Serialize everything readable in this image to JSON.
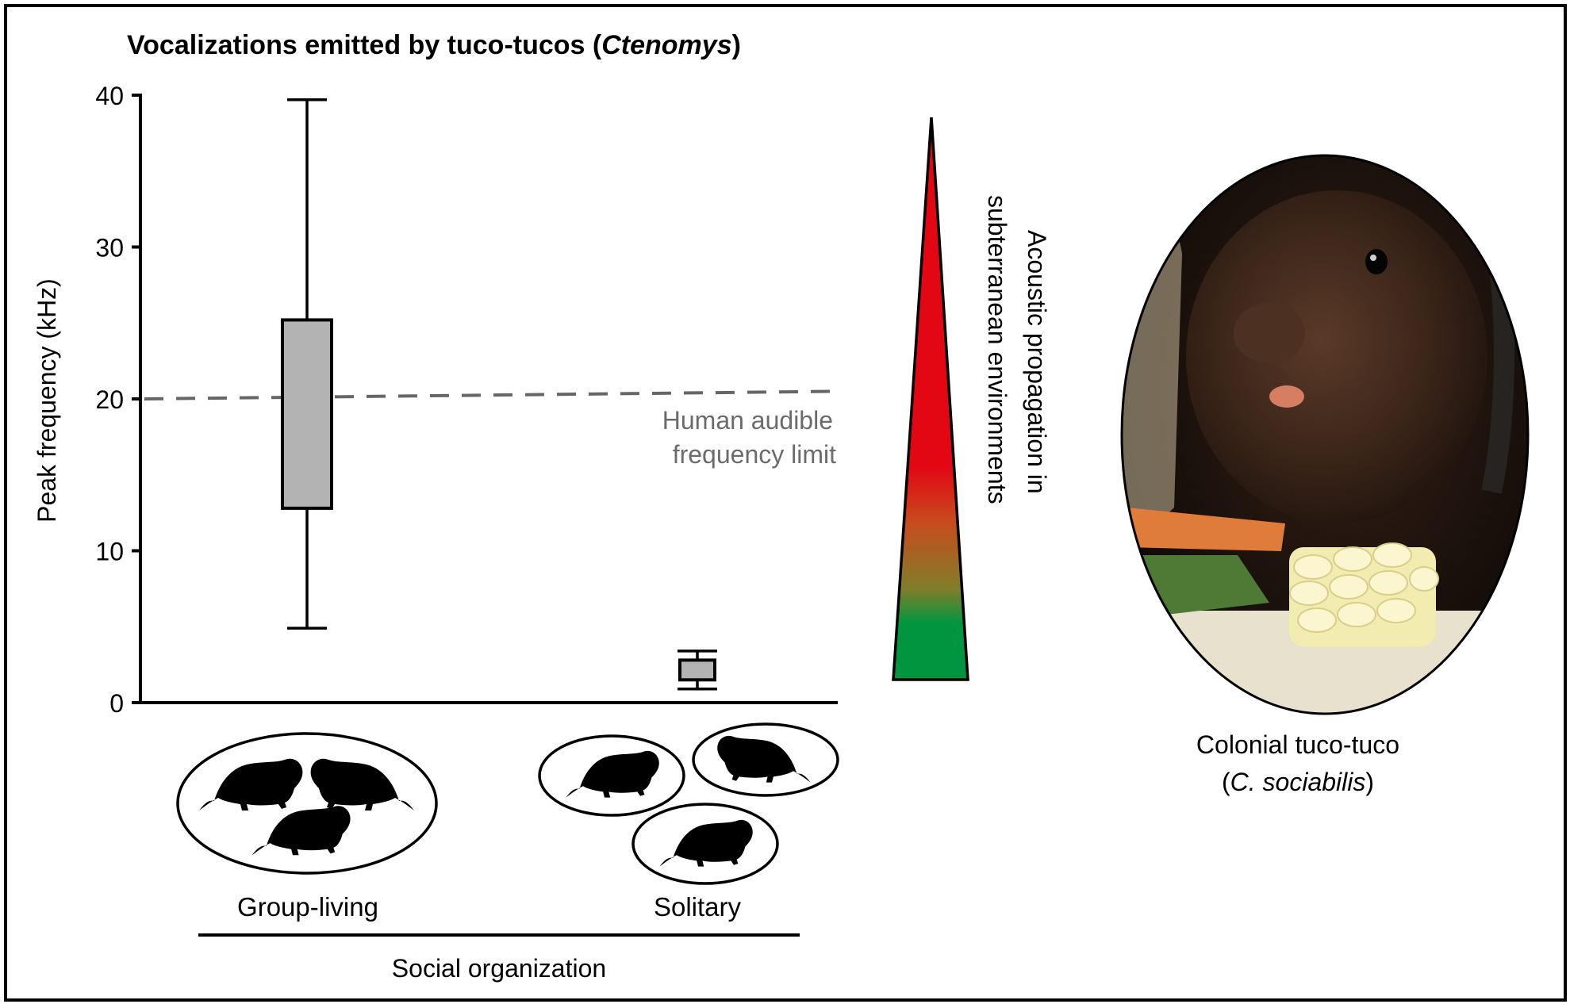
{
  "chart_data": {
    "type": "box",
    "title": "Vocalizations emitted by tuco-tucos (",
    "title_italic": "Ctenomys",
    "title_suffix": ")",
    "ylabel": "Peak frequency (kHz)",
    "xlabel": "Social organization",
    "ylim": [
      0,
      40
    ],
    "yticks": [
      0,
      10,
      20,
      30,
      40
    ],
    "grid": false,
    "categories": [
      "Group-living",
      "Solitary"
    ],
    "boxes": [
      {
        "category": "Group-living",
        "whisker_low": 4.9,
        "q1": 12.8,
        "q3": 25.2,
        "whisker_high": 39.7
      },
      {
        "category": "Solitary",
        "whisker_low": 0.9,
        "q1": 1.5,
        "q3": 2.8,
        "whisker_high": 3.4
      }
    ],
    "reference_line": {
      "label_line1": "Human audible",
      "label_line2": "frequency limit",
      "y_start": 20.0,
      "y_end": 20.5,
      "style": "dashed",
      "color": "#666666"
    },
    "box_fill": "#b3b3b3",
    "gradient_wedge": {
      "label_line1": "Acoustic propagation in",
      "label_line2": "subterranean environments",
      "colors_top_to_bottom": [
        "#e30613",
        "#e30613",
        "#c84b1e",
        "#7f7e2a",
        "#009640"
      ]
    },
    "group_icons": {
      "group_living_count": 3,
      "solitary_count": 3
    }
  },
  "photo": {
    "caption_line1": "Colonial tuco-tuco",
    "caption_italic": "C. sociabilis",
    "caption_open": "(",
    "caption_close": ")"
  }
}
